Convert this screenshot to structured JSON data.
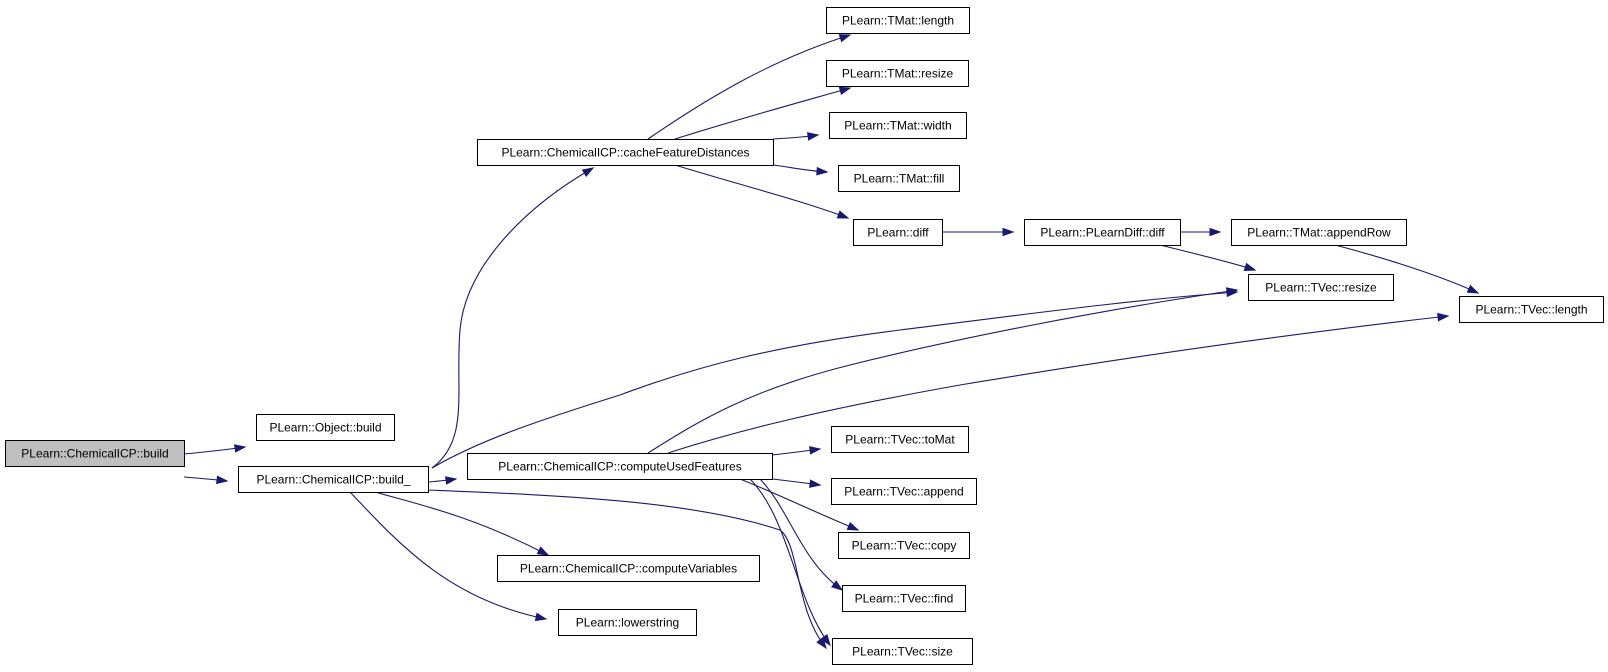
{
  "graph": {
    "root": "n_build",
    "nodes": [
      {
        "id": "n_build",
        "label": "PLearn::ChemicalICP::build",
        "root": true
      },
      {
        "id": "n_object_build",
        "label": "PLearn::Object::build"
      },
      {
        "id": "n_build_",
        "label": "PLearn::ChemicalICP::build_"
      },
      {
        "id": "n_cache",
        "label": "PLearn::ChemicalICP::cacheFeatureDistances"
      },
      {
        "id": "n_computeUsed",
        "label": "PLearn::ChemicalICP::computeUsedFeatures"
      },
      {
        "id": "n_computeVars",
        "label": "PLearn::ChemicalICP::computeVariables"
      },
      {
        "id": "n_lowerstring",
        "label": "PLearn::lowerstring"
      },
      {
        "id": "n_tmat_length",
        "label": "PLearn::TMat::length"
      },
      {
        "id": "n_tmat_resize",
        "label": "PLearn::TMat::resize"
      },
      {
        "id": "n_tmat_width",
        "label": "PLearn::TMat::width"
      },
      {
        "id": "n_tmat_fill",
        "label": "PLearn::TMat::fill"
      },
      {
        "id": "n_diff",
        "label": "PLearn::diff"
      },
      {
        "id": "n_pldiff",
        "label": "PLearn::PLearnDiff::diff"
      },
      {
        "id": "n_appendRow",
        "label": "PLearn::TMat::appendRow"
      },
      {
        "id": "n_tvec_resize",
        "label": "PLearn::TVec::resize"
      },
      {
        "id": "n_tvec_length",
        "label": "PLearn::TVec::length"
      },
      {
        "id": "n_toMat",
        "label": "PLearn::TVec::toMat"
      },
      {
        "id": "n_append",
        "label": "PLearn::TVec::append"
      },
      {
        "id": "n_copy",
        "label": "PLearn::TVec::copy"
      },
      {
        "id": "n_find",
        "label": "PLearn::TVec::find"
      },
      {
        "id": "n_size",
        "label": "PLearn::TVec::size"
      }
    ],
    "edges": [
      {
        "from": "n_build",
        "to": "n_object_build"
      },
      {
        "from": "n_build",
        "to": "n_build_"
      },
      {
        "from": "n_build_",
        "to": "n_cache"
      },
      {
        "from": "n_build_",
        "to": "n_tvec_resize"
      },
      {
        "from": "n_build_",
        "to": "n_computeUsed"
      },
      {
        "from": "n_build_",
        "to": "n_computeVars"
      },
      {
        "from": "n_build_",
        "to": "n_lowerstring"
      },
      {
        "from": "n_build_",
        "to": "n_size"
      },
      {
        "from": "n_cache",
        "to": "n_tmat_length"
      },
      {
        "from": "n_cache",
        "to": "n_tmat_resize"
      },
      {
        "from": "n_cache",
        "to": "n_tmat_width"
      },
      {
        "from": "n_cache",
        "to": "n_tmat_fill"
      },
      {
        "from": "n_cache",
        "to": "n_diff"
      },
      {
        "from": "n_diff",
        "to": "n_pldiff"
      },
      {
        "from": "n_pldiff",
        "to": "n_appendRow"
      },
      {
        "from": "n_pldiff",
        "to": "n_tvec_resize"
      },
      {
        "from": "n_appendRow",
        "to": "n_tvec_length"
      },
      {
        "from": "n_computeUsed",
        "to": "n_tvec_resize"
      },
      {
        "from": "n_computeUsed",
        "to": "n_tvec_length"
      },
      {
        "from": "n_computeUsed",
        "to": "n_toMat"
      },
      {
        "from": "n_computeUsed",
        "to": "n_append"
      },
      {
        "from": "n_computeUsed",
        "to": "n_copy"
      },
      {
        "from": "n_computeUsed",
        "to": "n_find"
      },
      {
        "from": "n_computeUsed",
        "to": "n_size"
      }
    ],
    "colors": {
      "edge": "#191970",
      "node_border": "#000000",
      "node_fill": "#ffffff",
      "root_fill": "#bfbfbf"
    }
  }
}
